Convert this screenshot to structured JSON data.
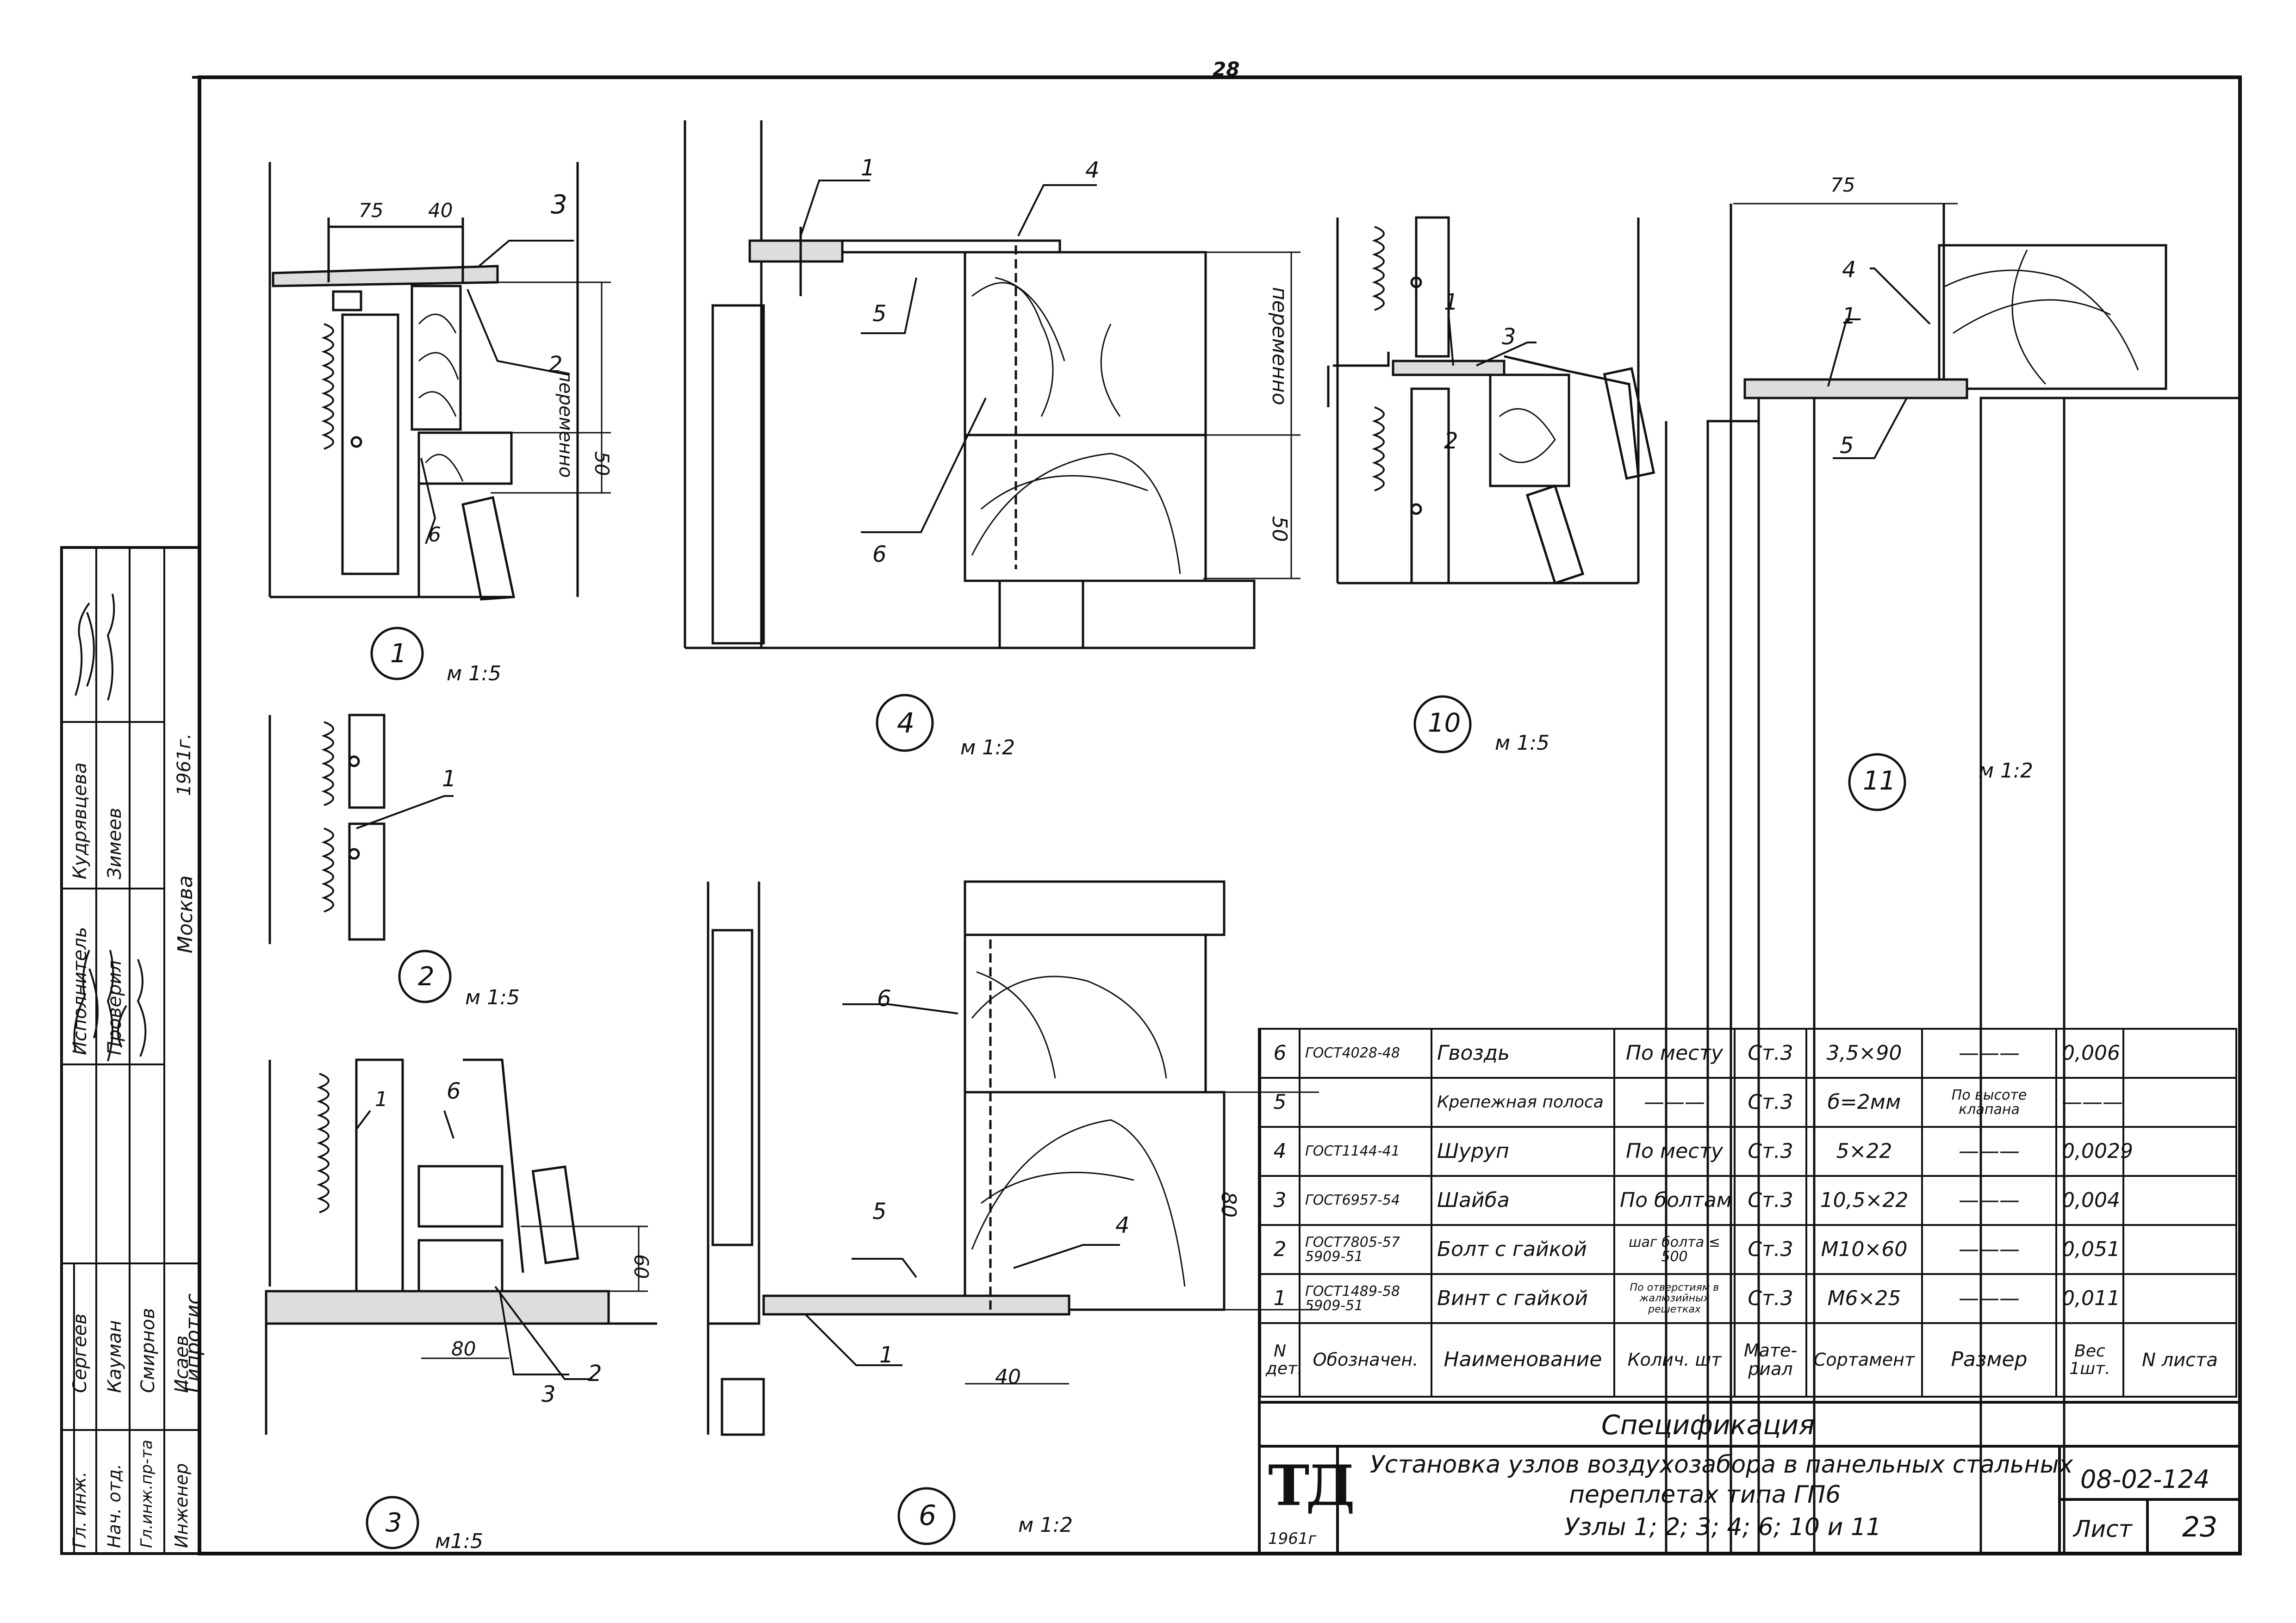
{
  "page_number": "28",
  "scales": {
    "m15": "м 1:5",
    "m12": "м 1:2"
  },
  "nodes": [
    {
      "id": "1",
      "scale": "м 1:5"
    },
    {
      "id": "2",
      "scale": "м 1:5"
    },
    {
      "id": "3",
      "scale": "м1:5"
    },
    {
      "id": "4",
      "scale": "м 1:2"
    },
    {
      "id": "6",
      "scale": "м 1:2"
    },
    {
      "id": "10",
      "scale": "м 1:5"
    },
    {
      "id": "11",
      "scale": "м 1:2"
    }
  ],
  "dimensions": {
    "d75": "75",
    "d40": "40",
    "d50": "50",
    "d60": "60",
    "d80": "80",
    "variable": "переменно"
  },
  "callouts": [
    "1",
    "2",
    "3",
    "4",
    "5",
    "6"
  ],
  "spec": {
    "rows": [
      {
        "n": "6",
        "code": "ГОСТ4028-48",
        "name": "Гвоздь",
        "qty": "По месту",
        "mat": "Ст.3",
        "sort": "3,5×90",
        "size": "———",
        "w": "0,006",
        "sheet": ""
      },
      {
        "n": "5",
        "code": "",
        "name": "Крепежная полоса",
        "qty": "———",
        "mat": "Ст.3",
        "sort": "б=2мм",
        "size": "По высоте клапана",
        "w": "———",
        "sheet": ""
      },
      {
        "n": "4",
        "code": "ГОСТ1144-41",
        "name": "Шуруп",
        "qty": "По месту",
        "mat": "Ст.3",
        "sort": "5×22",
        "size": "———",
        "w": "0,0029",
        "sheet": ""
      },
      {
        "n": "3",
        "code": "ГОСТ6957-54",
        "name": "Шайба",
        "qty": "По болтам",
        "mat": "Ст.3",
        "sort": "10,5×22",
        "size": "———",
        "w": "0,004",
        "sheet": ""
      },
      {
        "n": "2",
        "code": "ГОСТ7805-57 5909-51",
        "name": "Болт с гайкой",
        "qty": "шаг болта ≤ 500",
        "mat": "Ст.3",
        "sort": "М10×60",
        "size": "———",
        "w": "0,051",
        "sheet": ""
      },
      {
        "n": "1",
        "code": "ГОСТ1489-58 5909-51",
        "name": "Винт с гайкой",
        "qty": "По отверстиям в жалюзийных решетках",
        "mat": "Ст.3",
        "sort": "М6×25",
        "size": "———",
        "w": "0,011",
        "sheet": ""
      }
    ],
    "headers": {
      "n": "N дет.",
      "code": "Обозначен.",
      "name": "Наименование",
      "qty": "Колич. шт",
      "mat": "Мате- риал",
      "sort": "Сортамент",
      "size": "Размер",
      "w": "Вес 1шт.",
      "sheet": "N листа"
    },
    "title": "Спецификация"
  },
  "title_block": {
    "logo": "ТД",
    "year": "1961г",
    "line1": "Установка узлов воздухозабора в панельных стальных",
    "line2": "переплетах типа ГП6",
    "line3": "Узлы 1; 2; 3; 4; 6; 10 и 11",
    "code": "08-02-124",
    "sheet_label": "Лист",
    "sheet_no": "23"
  },
  "side_stamp": {
    "roles": [
      "Гл. инж.",
      "Нач. отд.",
      "Гл.инж.пр-та",
      "Инженер"
    ],
    "names": [
      "Сергеев",
      "Кауман",
      "Смирнов",
      "Исаев"
    ],
    "org": "Гипротис",
    "executor_label": "Исполнитель",
    "checked_label": "Проверил",
    "executor": "Кудрявцева",
    "checked": "Зимеев",
    "city": "Москва",
    "year": "1961г."
  },
  "colors": {
    "ink": "#111111",
    "paper": "#ffffff",
    "wood": "#777777"
  }
}
